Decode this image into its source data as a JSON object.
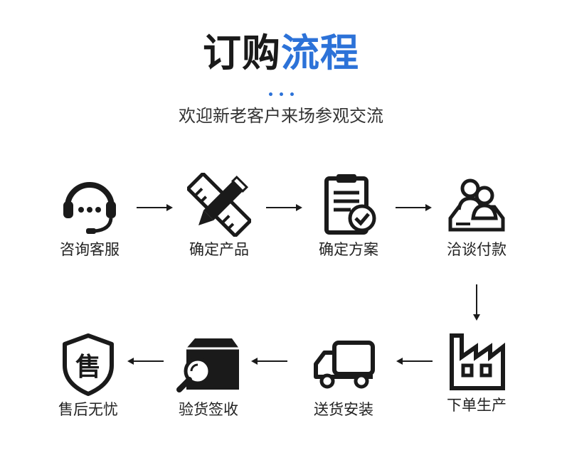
{
  "header": {
    "title_part1": "订购",
    "title_part2": "流程",
    "subtitle": "欢迎新老客户来场参观交流"
  },
  "steps": [
    {
      "label": "咨询客服",
      "icon": "headset-icon"
    },
    {
      "label": "确定产品",
      "icon": "pencil-ruler-icon"
    },
    {
      "label": "确定方案",
      "icon": "clipboard-check-icon"
    },
    {
      "label": "洽谈付款",
      "icon": "people-meeting-icon"
    },
    {
      "label": "下单生产",
      "icon": "factory-icon"
    },
    {
      "label": "送货安装",
      "icon": "truck-icon"
    },
    {
      "label": "验货签收",
      "icon": "box-inspect-icon"
    },
    {
      "label": "售后无忧",
      "icon": "shield-service-icon"
    }
  ],
  "shield_char": "售",
  "colors": {
    "accent": "#2c72d8",
    "ink": "#1a1a1a"
  }
}
